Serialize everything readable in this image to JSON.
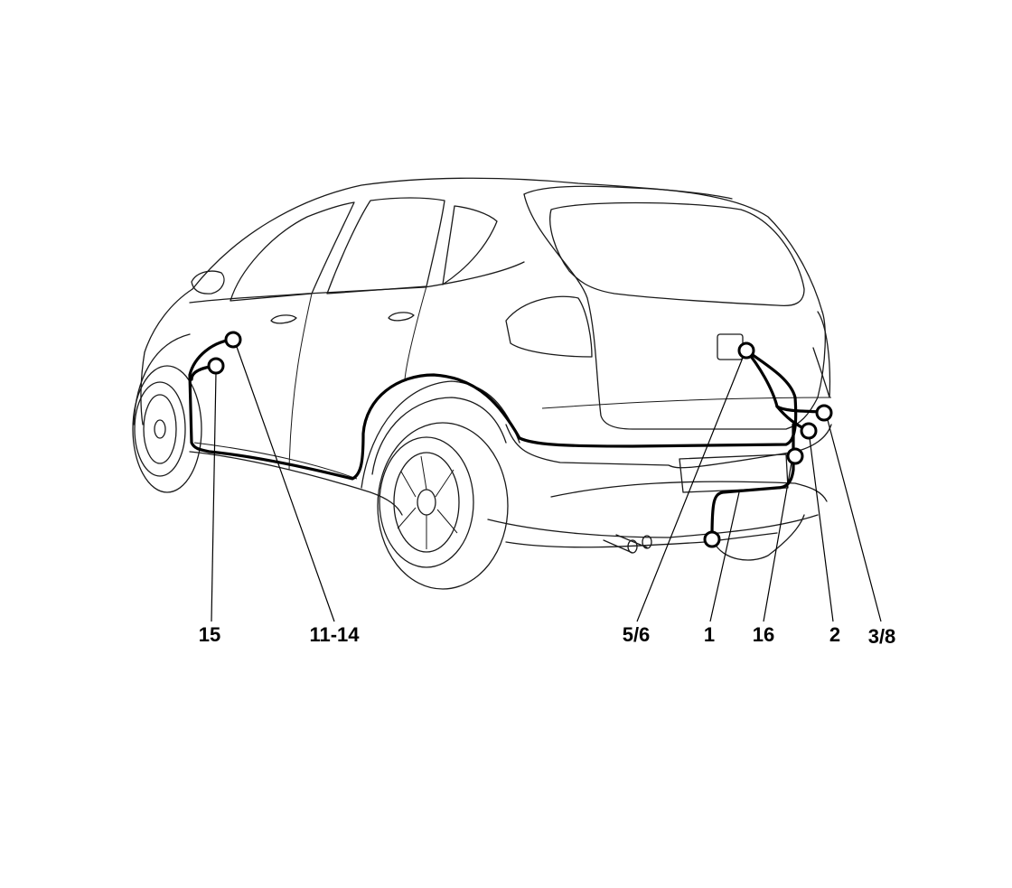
{
  "diagram": {
    "callouts": [
      {
        "id": "c15",
        "label": "15"
      },
      {
        "id": "c1114",
        "label": "11-14"
      },
      {
        "id": "c56",
        "label": "5/6"
      },
      {
        "id": "c1",
        "label": "1"
      },
      {
        "id": "c16",
        "label": "16"
      },
      {
        "id": "c2",
        "label": "2"
      },
      {
        "id": "c38",
        "label": "3/8"
      }
    ]
  }
}
